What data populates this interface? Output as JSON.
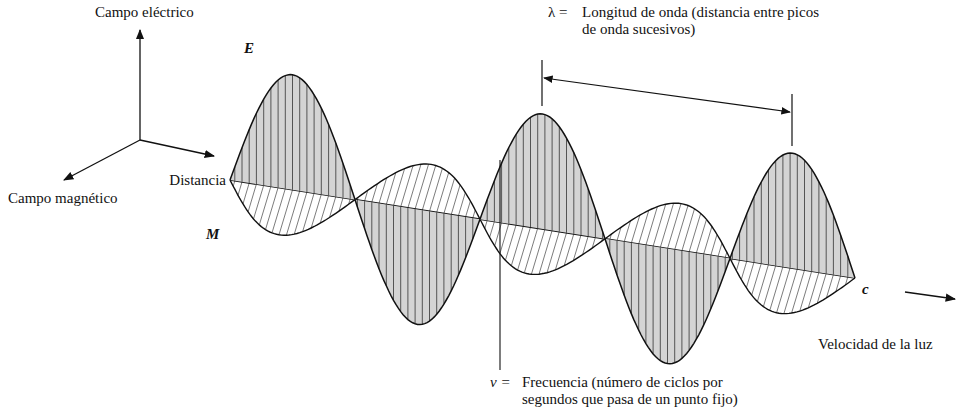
{
  "diagram": {
    "labels": [
      "Campo eléctrico",
      "Campo magnético",
      "Distancia",
      "E",
      "M",
      "λ =",
      "Longitud de onda (distancia entre picos de onda sucesivos)",
      "c",
      "Velocidad de la luz",
      "ν =",
      "Frecuencia (número de ciclos por segundos que pasa de un punto fijo)"
    ]
  }
}
